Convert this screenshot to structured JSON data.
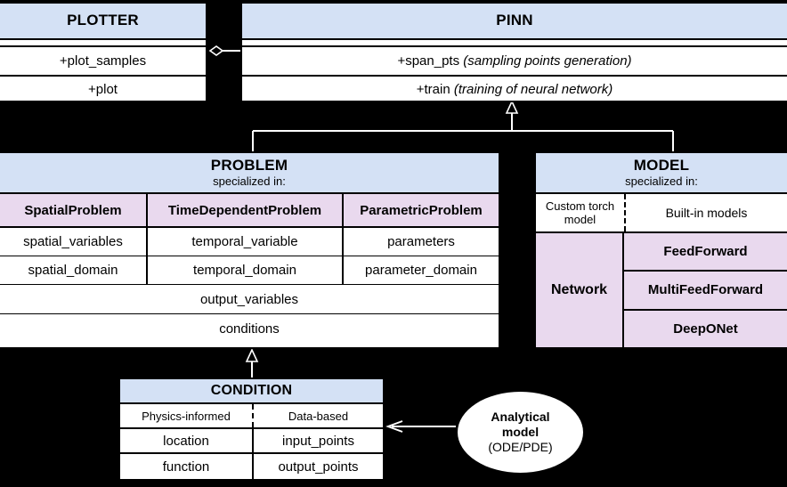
{
  "diagram": {
    "title": "PINA software architecture class diagram",
    "colors": {
      "header_blue": "#d4e1f5",
      "subclass_purple": "#e9d9ee",
      "line": "#ffffff",
      "background": "#000000",
      "box_fill": "#ffffff"
    }
  },
  "plotter": {
    "title": "PLOTTER",
    "methods": [
      {
        "label": "+plot_samples"
      },
      {
        "label": "+plot"
      }
    ]
  },
  "pinn": {
    "title": "PINN",
    "methods": [
      {
        "name": "+span_pts",
        "note": "(sampling points generation)"
      },
      {
        "name": "+train",
        "note": "(training of neural network)"
      }
    ]
  },
  "problem": {
    "title": "PROBLEM",
    "subtitle": "specialized in:",
    "columns": [
      "SpatialProblem",
      "TimeDependentProblem",
      "ParametricProblem"
    ],
    "rows": [
      [
        "spatial_variables",
        "temporal_variable",
        "parameters"
      ],
      [
        "spatial_domain",
        "temporal_domain",
        "parameter_domain"
      ]
    ],
    "shared_rows": [
      "output_variables",
      "conditions"
    ]
  },
  "model": {
    "title": "MODEL",
    "subtitle": "specialized in:",
    "custom_label": "Custom torch model",
    "builtin_label": "Built-in models",
    "network_label": "Network",
    "builtin_models": [
      "FeedForward",
      "MultiFeedForward",
      "DeepONet"
    ]
  },
  "condition": {
    "title": "CONDITION",
    "columns": [
      "Physics-informed",
      "Data-based"
    ],
    "rows": [
      [
        "location",
        "input_points"
      ],
      [
        "function",
        "output_points"
      ]
    ]
  },
  "analytical": {
    "line1": "Analytical",
    "line2": "model",
    "line3": "(ODE/PDE)"
  },
  "connectors": [
    {
      "name": "plotter-to-pinn",
      "type": "aggregation-diamond"
    },
    {
      "name": "problem-model-to-pinn",
      "type": "generalization-bus"
    },
    {
      "name": "condition-to-problem",
      "type": "generalization"
    },
    {
      "name": "analytical-to-condition",
      "type": "dependency-arrow"
    }
  ]
}
